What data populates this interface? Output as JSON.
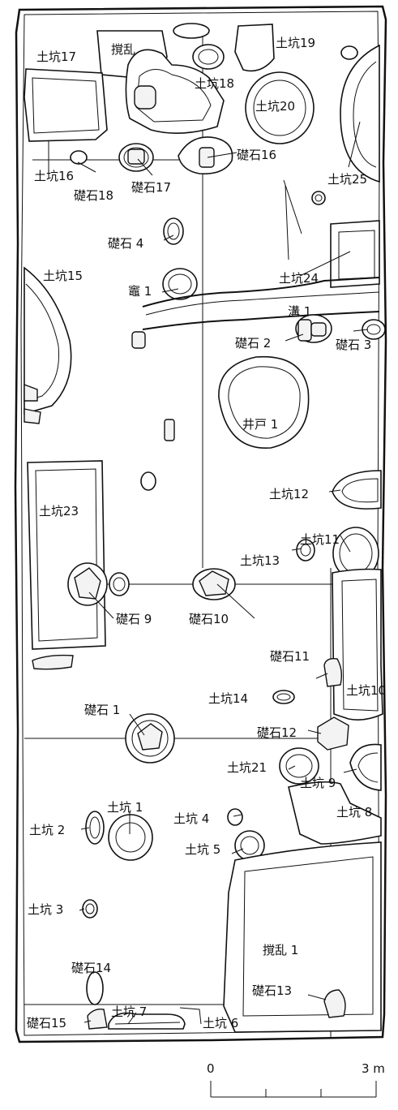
{
  "features": {
    "dokou17": "土坑17",
    "kakuran": "撹乱",
    "dokou19": "土坑19",
    "dokou18": "土坑18",
    "dokou20": "土坑20",
    "soseki16": "礎石16",
    "dokou16": "土坑16",
    "soseki18": "礎石18",
    "soseki17": "礎石17",
    "dokou25": "土坑25",
    "soseki4": "礎石 4",
    "dokou15": "土坑15",
    "dokou24": "土坑24",
    "kamado1": "竈 1",
    "mizo1": "溝 1",
    "soseki2": "礎石 2",
    "soseki3": "礎石 3",
    "ido1": "井戸 1",
    "dokou12": "土坑12",
    "dokou23": "土坑23",
    "dokou11": "土坑11",
    "dokou13": "土坑13",
    "soseki9": "礎石 9",
    "soseki10": "礎石10",
    "soseki11": "礎石11",
    "dokou10": "土坑10",
    "dokou14": "土坑14",
    "soseki1": "礎石 1",
    "soseki12": "礎石12",
    "dokou9": "土坑 9",
    "dokou21": "土坑21",
    "dokou8": "土坑 8",
    "dokou1": "土坑 1",
    "dokou4": "土坑 4",
    "dokou2": "土坑 2",
    "dokou5": "土坑 5",
    "dokou3": "土坑 3",
    "kakuran1": "撹乱 1",
    "soseki14": "礎石14",
    "soseki13": "礎石13",
    "dokou7": "土坑 7",
    "soseki15": "礎石15",
    "dokou6": "土坑 6"
  },
  "scale": {
    "start": "0",
    "end": "3 m"
  }
}
